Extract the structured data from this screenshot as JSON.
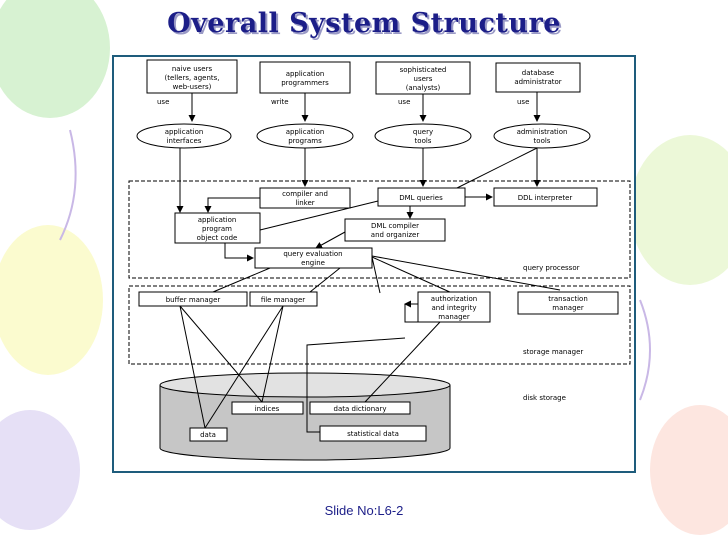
{
  "slide": {
    "title": "Overall System Structure",
    "footer": "Slide No:L6-2"
  },
  "users": [
    {
      "lines": [
        "naive users",
        "(tellers, agents,",
        "web-users)"
      ],
      "verb": "use"
    },
    {
      "lines": [
        "application",
        "programmers"
      ],
      "verb": "write"
    },
    {
      "lines": [
        "sophisticated",
        "users",
        "(analysts)"
      ],
      "verb": "use"
    },
    {
      "lines": [
        "database",
        "administrator"
      ],
      "verb": "use"
    }
  ],
  "tools": [
    {
      "lines": [
        "application",
        "interfaces"
      ]
    },
    {
      "lines": [
        "application",
        "programs"
      ]
    },
    {
      "lines": [
        "query",
        "tools"
      ]
    },
    {
      "lines": [
        "administration",
        "tools"
      ]
    }
  ],
  "query_processor": {
    "label": "query processor",
    "compiler": [
      "compiler and",
      "linker"
    ],
    "dml_queries": "DML queries",
    "ddl_interpreter": "DDL interpreter",
    "object_code": [
      "application",
      "program",
      "object code"
    ],
    "dml_compiler": [
      "DML compiler",
      "and organizer"
    ],
    "evaluation_engine": [
      "query evaluation",
      "engine"
    ]
  },
  "storage_manager": {
    "label": "storage manager",
    "buffer_manager": "buffer manager",
    "file_manager": "file manager",
    "authorization": [
      "authorization",
      "and integrity",
      "manager"
    ],
    "transaction": [
      "transaction",
      "manager"
    ]
  },
  "disk_storage": {
    "label": "disk storage",
    "indices": "indices",
    "data_dictionary": "data dictionary",
    "data": "data",
    "statistical_data": "statistical data"
  }
}
